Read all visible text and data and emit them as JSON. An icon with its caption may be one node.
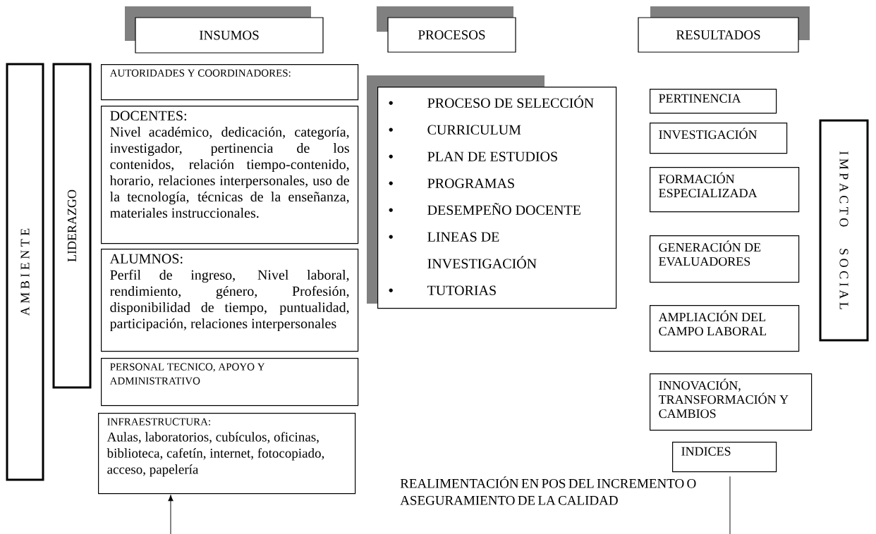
{
  "diagram": {
    "nodes": [
      {
        "text": [
          "INSUMOS"
        ]
      },
      {
        "text": [
          "PROCESOS"
        ]
      },
      {
        "text": [
          "RESULTADOS"
        ]
      },
      {
        "text": [
          "A M B I E N T E"
        ]
      },
      {
        "text": [
          "LIDERAZGO"
        ]
      },
      {
        "text": [
          "AUTORIDADES Y COORDINADORES:"
        ]
      },
      {
        "text": [
          "DOCENTES:",
          "Nivel académico, dedicación, categoría, investigador, pertinencia de los contenidos, relación tiempo-contenido, horario, relaciones interpersonales, uso de la tecnología, técnicas de la enseñanza, materiales instruccionales."
        ]
      },
      {
        "text": [
          "ALUMNOS:",
          "Perfil de ingreso, Nivel laboral, rendimiento, género, Profesión, disponibilidad de tiempo, puntualidad, participación, relaciones interpersonales"
        ]
      },
      {
        "text": [
          "PERSONAL TECNICO, APOYO Y ADMINISTRATIVO"
        ]
      },
      {
        "text": [
          "INFRAESTRUCTURA:",
          "Aulas, laboratorios, cubículos, oficinas, biblioteca, cafetín, internet, fotocopiado, acceso, papelería"
        ]
      },
      {
        "text": [
          "PROCESO DE SELECCIÓN",
          "CURRICULUM",
          "PLAN DE ESTUDIOS",
          "PROGRAMAS",
          "DESEMPEÑO DOCENTE",
          "LINEAS DE INVESTIGACIÓN",
          "TUTORIAS"
        ]
      },
      {
        "text": [
          "PERTINENCIA"
        ]
      },
      {
        "text": [
          "INVESTIGACIÓN"
        ]
      },
      {
        "text": [
          "FORMACIÓN ESPECIALIZADA"
        ]
      },
      {
        "text": [
          "GENERACIÓN DE EVALUADORES"
        ]
      },
      {
        "text": [
          "AMPLIACIÓN DEL CAMPO LABORAL"
        ]
      },
      {
        "text": [
          "INNOVACIÓN, TRANSFORMACIÓN Y CAMBIOS"
        ]
      },
      {
        "text": [
          "I M P A C T O",
          "S O C I A L"
        ]
      },
      {
        "text": [
          "INDICES"
        ]
      }
    ],
    "edges": [
      {
        "from": null,
        "to": 9,
        "arrow": "to"
      },
      {
        "from": 18,
        "to": null,
        "arrow": "none"
      }
    ],
    "labels": [
      "REALIMENTACIÓN EN POS DEL INCREMENTO O ASEGURAMIENTO DE LA CALIDAD"
    ]
  }
}
